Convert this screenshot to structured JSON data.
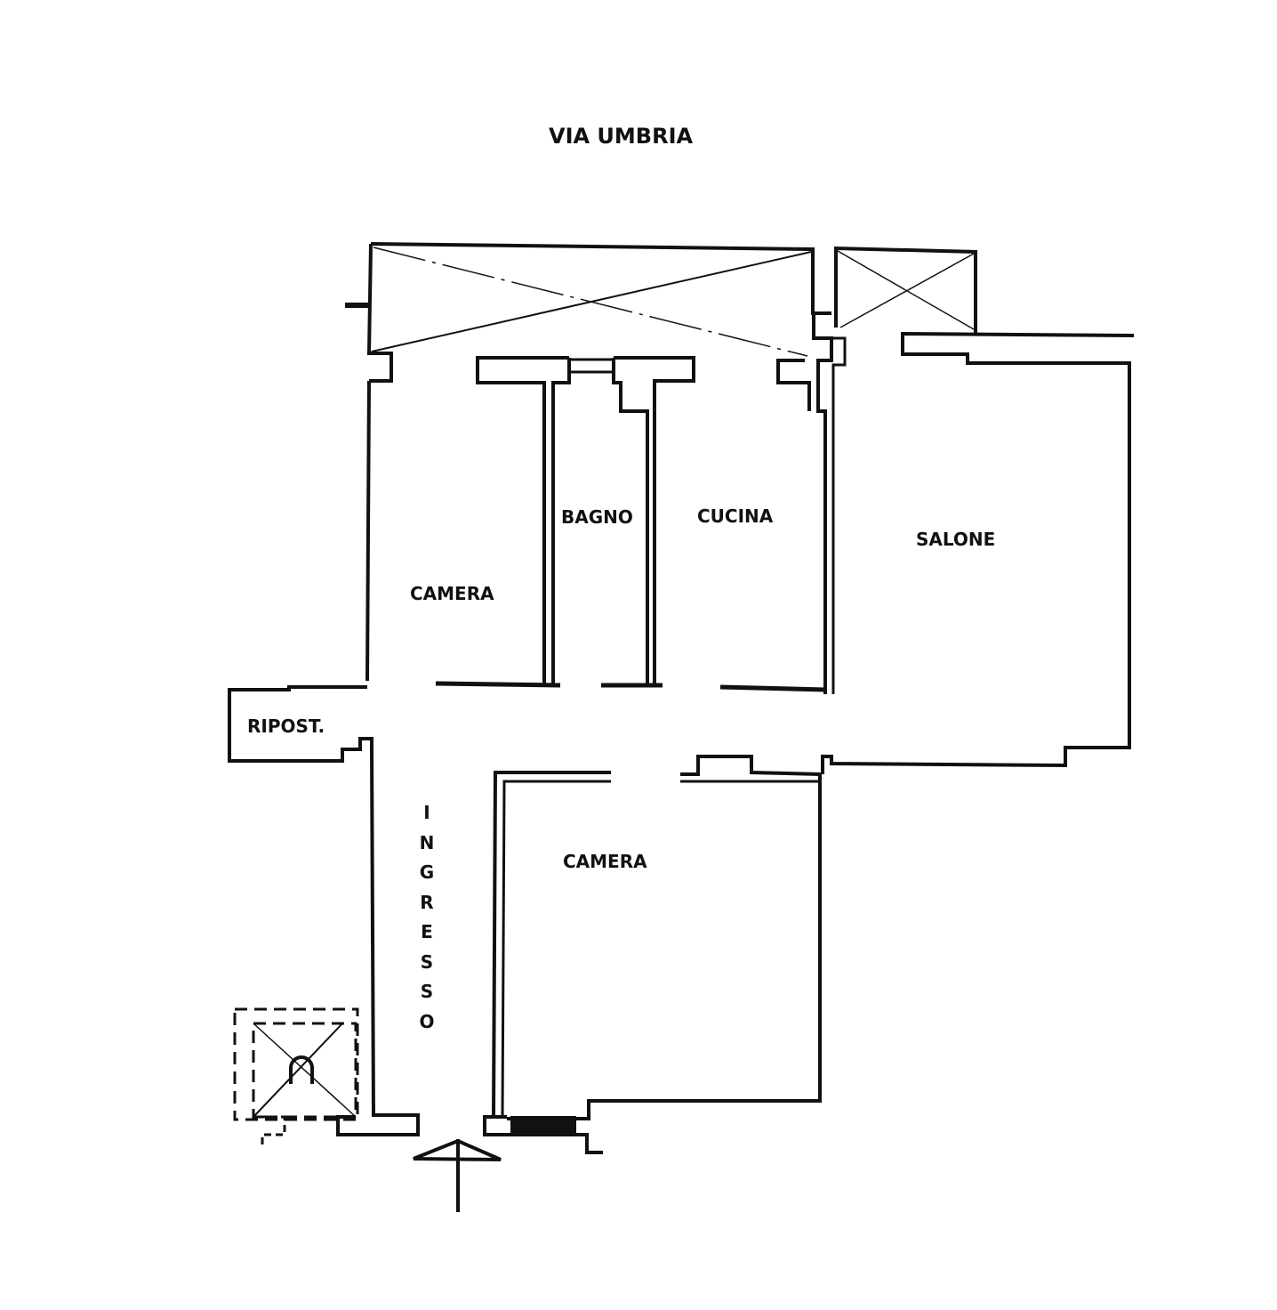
{
  "street": "VIA UMBRIA",
  "rooms": {
    "camera_top": "CAMERA",
    "bagno": "BAGNO",
    "cucina": "CUCINA",
    "salone": "SALONE",
    "ripostiglio": "RIPOST.",
    "camera_bottom": "CAMERA"
  },
  "ingresso_letters": [
    "I",
    "N",
    "G",
    "R",
    "E",
    "S",
    "S",
    "O"
  ],
  "colors": {
    "ink": "#111111",
    "background": "#ffffff"
  }
}
